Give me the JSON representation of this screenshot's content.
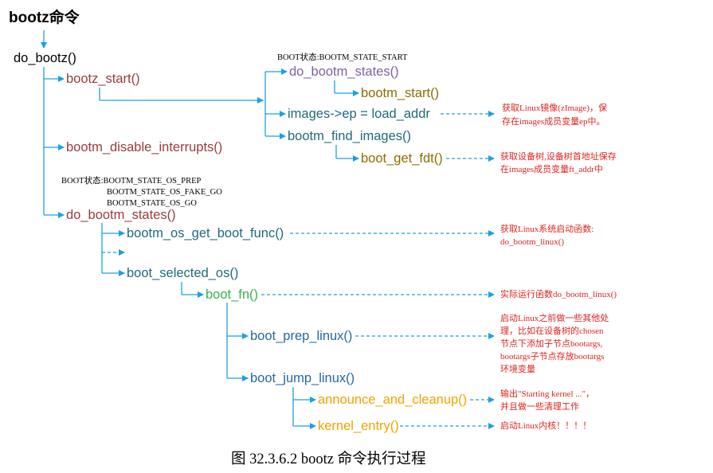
{
  "title": "bootz命令",
  "colors": {
    "arrow": "#1ba1e2",
    "black": "#000000",
    "red_note": "#e0231f",
    "dark_red": "#9b3b3b",
    "purple": "#8060a8",
    "olive": "#8a6d00",
    "teal": "#1f6a78",
    "green": "#34b44a",
    "blue_func": "#2667a8",
    "orange": "#f0a400",
    "cyan": "#1ba1e2"
  },
  "nodes": {
    "do_bootz": "do_bootz()",
    "bootz_start": "bootz_start()",
    "do_bootm_states_1": "do_bootm_states()",
    "bootm_start": "bootm_start()",
    "images_ep": "images->ep = load_addr",
    "bootm_find_images": "bootm_find_images()",
    "boot_get_fdt": "boot_get_fdt()",
    "bootm_disable_interrupts": "bootm_disable_interrupts()",
    "do_bootm_states_2": "do_bootm_states()",
    "bootm_os_get_boot_func": "bootm_os_get_boot_func()",
    "boot_selected_os": "boot_selected_os()",
    "boot_fn": "boot_fn()",
    "boot_prep_linux": "boot_prep_linux()",
    "boot_jump_linux": "boot_jump_linux()",
    "announce_and_cleanup": "announce_and_cleanup()",
    "kernel_entry": "kernel_entry()"
  },
  "states": {
    "start": "BOOT状态:BOOTM_STATE_START",
    "os_prep": "BOOT状态:BOOTM_STATE_OS_PREP",
    "os_fake_go": "BOOTM_STATE_OS_FAKE_GO",
    "os_go": "BOOTM_STATE_OS_GO"
  },
  "notes": {
    "images_ep_1": "获取Linux镜像(zImage)，保",
    "images_ep_2": "存在images成员变量ep中。",
    "fdt_1": "获取设备树,设备树首地址保存",
    "fdt_2": "在images成员变量ft_addr中",
    "bootfunc_1": "获取Linux系统启动函数:",
    "bootfunc_2": "do_bootm_linux()",
    "boot_fn": "实际运行函数do_bootm_linux()",
    "prep_1": "启动Linux之前做一些其他处",
    "prep_2": "理，比如在设备树的chosen",
    "prep_3": "节点下添加子节点bootargs,",
    "prep_4": "bootargs子节点存放bootargs",
    "prep_5": "环境变量",
    "cleanup_1": "输出\"Starting kernel ...\"，",
    "cleanup_2": "并且做一些清理工作",
    "kernel_entry": "启动Linux内核！！！！"
  },
  "caption": "图 32.3.6.2 bootz 命令执行过程"
}
